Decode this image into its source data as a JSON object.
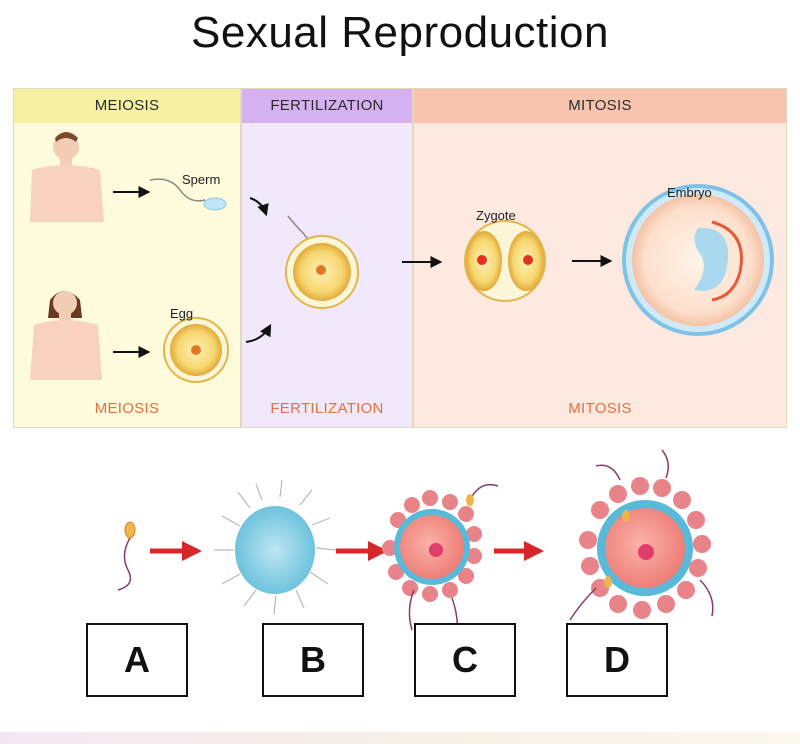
{
  "title": "Sexual Reproduction",
  "panels": {
    "meiosis": {
      "header": "MEIOSIS",
      "footer": "MEIOSIS",
      "sperm_label": "Sperm",
      "egg_label": "Egg"
    },
    "fertilization": {
      "header": "FERTILIZATION",
      "footer": "FERTILIZATION"
    },
    "mitosis": {
      "header": "MITOSIS",
      "footer": "MITOSIS",
      "zygote_label": "Zygote",
      "embryo_label": "Embryo"
    }
  },
  "stages": [
    {
      "letter": "A"
    },
    {
      "letter": "B"
    },
    {
      "letter": "C"
    },
    {
      "letter": "D"
    }
  ],
  "colors": {
    "meiosis_header": "#f6f0a2",
    "fertilization_header": "#d5b1f1",
    "mitosis_header": "#f8c4b0",
    "footer_text": "#e2713f",
    "arrow_red": "#d8272b"
  }
}
